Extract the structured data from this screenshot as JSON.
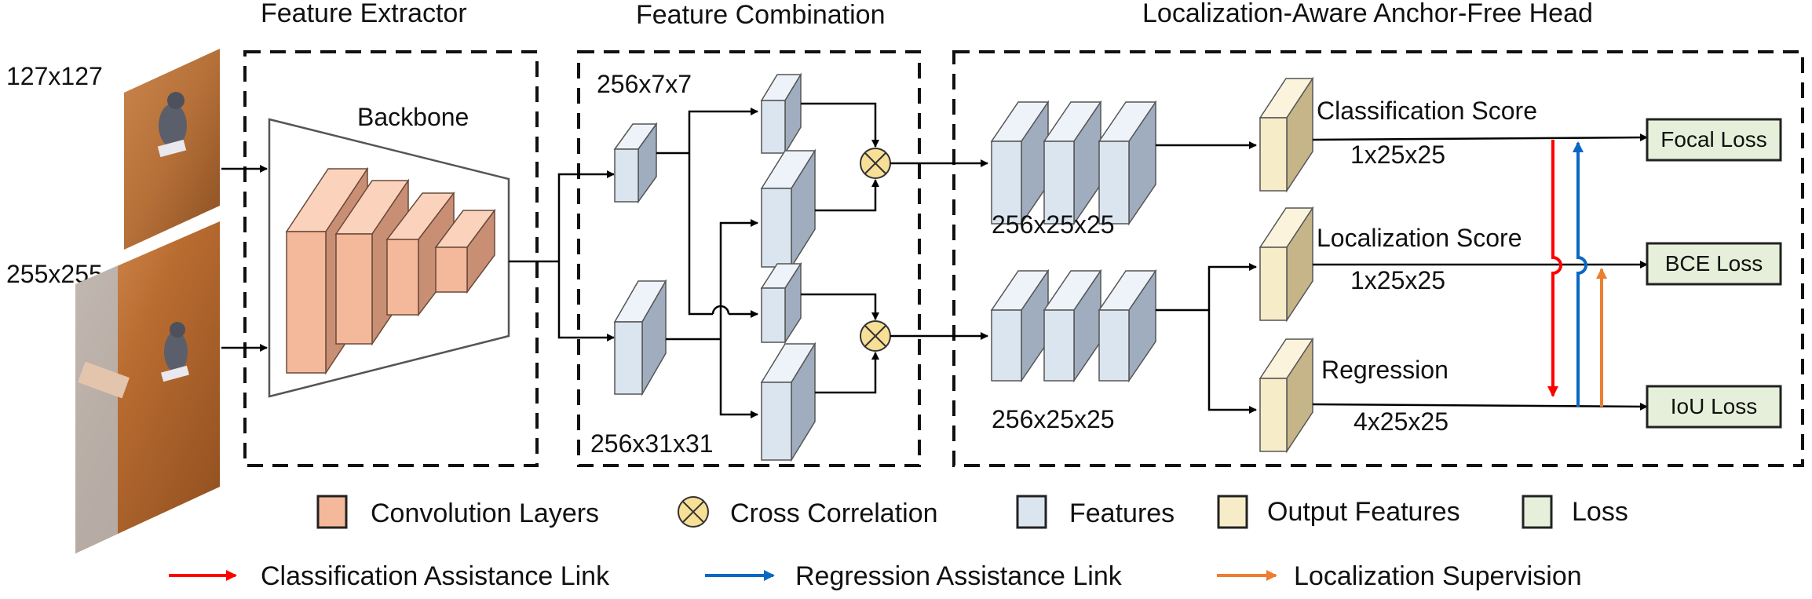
{
  "sections": {
    "feature_extractor": "Feature Extractor",
    "feature_combination": "Feature Combination",
    "head": "Localization-Aware Anchor-Free Head"
  },
  "inputs": {
    "template_size": "127x127",
    "search_size": "255x255"
  },
  "backbone_label": "Backbone",
  "combination_dims": {
    "template": "256x7x7",
    "search": "256x31x31"
  },
  "head_dims": {
    "top": "256x25x25",
    "bottom": "256x25x25"
  },
  "outputs": {
    "classification": {
      "label": "Classification Score",
      "dim": "1x25x25"
    },
    "localization": {
      "label": "Localization Score",
      "dim": "1x25x25"
    },
    "regression": {
      "label": "Regression",
      "dim": "4x25x25"
    }
  },
  "losses": {
    "focal": "Focal Loss",
    "bce": "BCE Loss",
    "iou": "IoU Loss"
  },
  "legend": {
    "conv_layers": "Convolution Layers",
    "cross_correlation": "Cross Correlation",
    "features": "Features",
    "output_features": "Output Features",
    "loss": "Loss",
    "cls_link": "Classification Assistance Link",
    "reg_link": "Regression Assistance Link",
    "loc_supervision": "Localization Supervision"
  },
  "colors": {
    "conv_face": "#f4b89a",
    "conv_side": "#c98f74",
    "feature_face": "#dbe5f0",
    "feature_side": "#9fadbf",
    "output_face": "#f6ecc8",
    "output_side": "#c7b58a",
    "loss_fill": "#e6efd9",
    "xcorr_fill": "#f8df96",
    "cls_link": "#ff0000",
    "reg_link": "#0a68c4",
    "loc_supervision": "#ed7d31"
  }
}
